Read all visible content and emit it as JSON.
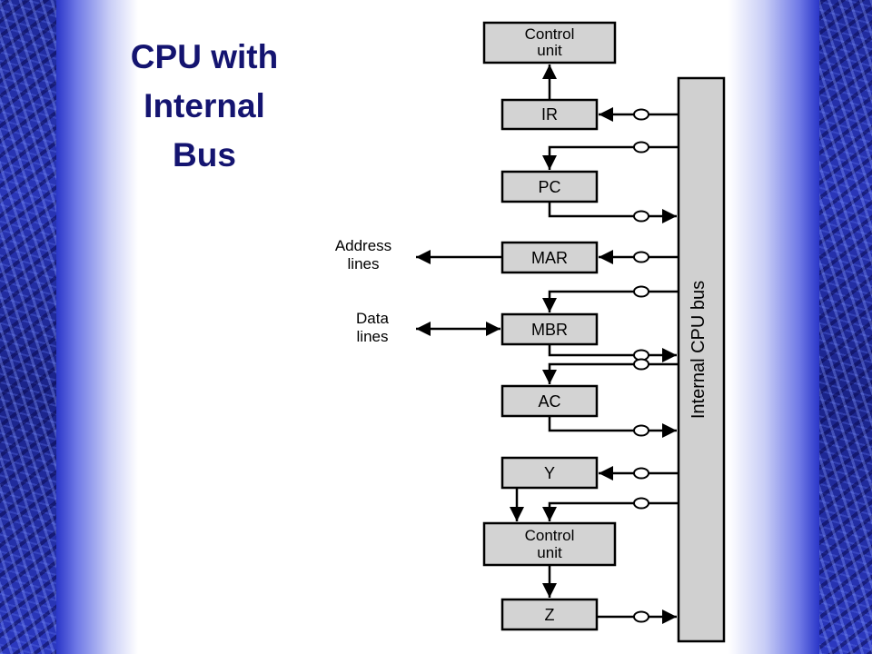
{
  "slide": {
    "title_lines": [
      "CPU with",
      "Internal",
      "Bus"
    ]
  },
  "diagram": {
    "bus_label": "Internal CPU bus",
    "boxes": {
      "control_unit_top": [
        "Control",
        "unit"
      ],
      "ir": "IR",
      "pc": "PC",
      "mar": "MAR",
      "mbr": "MBR",
      "ac": "AC",
      "y": "Y",
      "control_unit_bottom": [
        "Control",
        "unit"
      ],
      "z": "Z"
    },
    "external": {
      "address_lines": [
        "Address",
        "lines"
      ],
      "data_lines": [
        "Data",
        "lines"
      ]
    }
  },
  "colors": {
    "title": "#141470",
    "box_fill": "#d3d3d3",
    "bus_fill": "#d0d0d0",
    "frame_blue": "#2a36b8"
  }
}
